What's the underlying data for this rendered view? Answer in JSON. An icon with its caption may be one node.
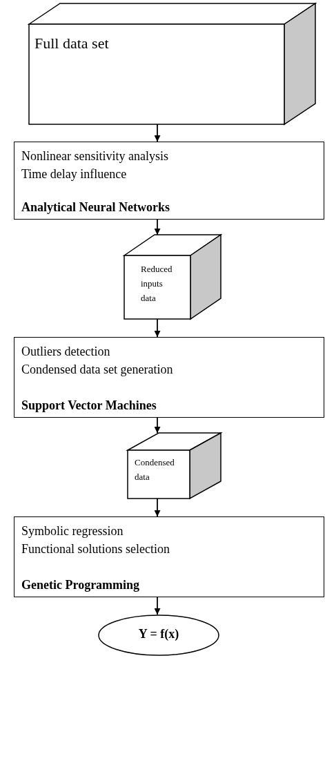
{
  "diagram": {
    "nodes": [
      {
        "text": [
          "Full data set"
        ]
      },
      {
        "text": [
          "Nonlinear sensitivity analysis",
          "Time delay influence",
          "Analytical Neural Networks"
        ]
      },
      {
        "text": [
          "Reduced inputs data"
        ]
      },
      {
        "text": [
          "Outliers detection",
          "Condensed data set generation",
          "Support Vector Machines"
        ]
      },
      {
        "text": [
          "Condensed data"
        ]
      },
      {
        "text": [
          "Symbolic regression",
          "Functional solutions selection",
          "Genetic Programming"
        ]
      },
      {
        "text": [
          "Y = f(x)"
        ]
      }
    ],
    "edges": [
      {
        "from": 0,
        "to": 1,
        "arrow": "to"
      },
      {
        "from": 1,
        "to": 2,
        "arrow": "to"
      },
      {
        "from": 2,
        "to": 3,
        "arrow": "to"
      },
      {
        "from": 3,
        "to": 4,
        "arrow": "to"
      },
      {
        "from": 4,
        "to": 5,
        "arrow": "to"
      },
      {
        "from": 5,
        "to": 6,
        "arrow": "to"
      }
    ]
  }
}
